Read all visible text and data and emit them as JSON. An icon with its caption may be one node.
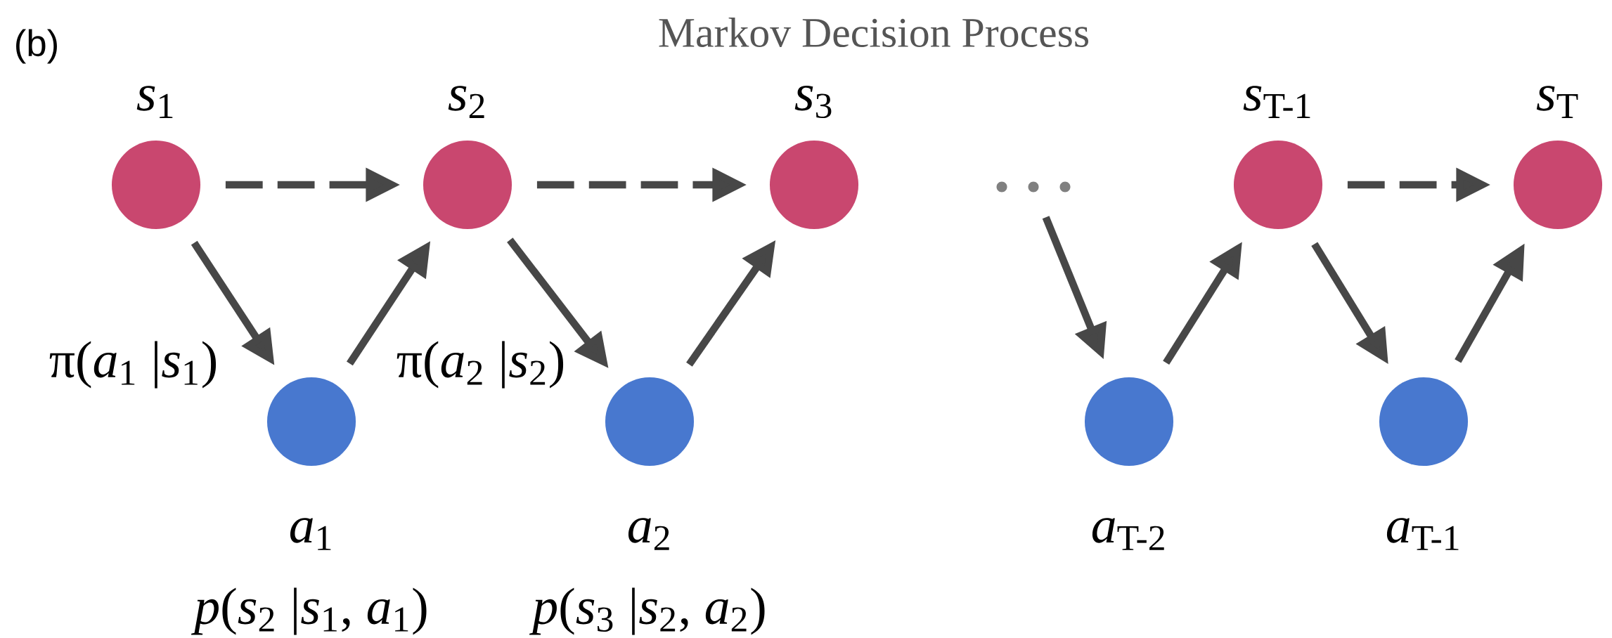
{
  "diagram": {
    "title": "Markov Decision Process",
    "nodes": [
      {
        "text": [],
        "shape": "circle",
        "beside": [
          "*s*$_{1}$"
        ]
      },
      {
        "text": [],
        "shape": "circle",
        "beside": [
          "*s*$_{2}$"
        ]
      },
      {
        "text": [],
        "shape": "circle",
        "beside": [
          "*s*$_{3}$"
        ]
      },
      {
        "text": [],
        "shape": "dots"
      },
      {
        "text": [],
        "shape": "circle",
        "beside": [
          "*s*$_{T-1}$"
        ]
      },
      {
        "text": [],
        "shape": "circle",
        "beside": [
          "*s*$_{T}$"
        ]
      },
      {
        "text": [],
        "shape": "circle",
        "beside": [
          "*a*$_{1}$",
          "*p*(*s*$_{2}$ |*s*$_{1}$, *a*$_{1}$)"
        ]
      },
      {
        "text": [],
        "shape": "circle",
        "beside": [
          "*a*$_{2}$",
          "*p*(*s*$_{3}$ |*s*$_{2}$, *a*$_{2}$)"
        ]
      },
      {
        "text": [],
        "shape": "circle",
        "beside": [
          "*a*$_{T-2}$"
        ]
      },
      {
        "text": [],
        "shape": "circle",
        "beside": [
          "*a*$_{T-1}$"
        ]
      }
    ],
    "edges": [
      {
        "from": 0,
        "to": 1,
        "arrow": "to",
        "style": "dashed"
      },
      {
        "from": 1,
        "to": 2,
        "arrow": "to",
        "style": "dashed"
      },
      {
        "from": 4,
        "to": 5,
        "arrow": "to",
        "style": "dashed"
      },
      {
        "from": 0,
        "to": 6,
        "arrow": "to",
        "label": "π(*a*$_{1}$ |*s*$_{1}$)"
      },
      {
        "from": 6,
        "to": 1,
        "arrow": "to"
      },
      {
        "from": 1,
        "to": 7,
        "arrow": "to",
        "label": "π(*a*$_{2}$ |*s*$_{2}$)"
      },
      {
        "from": 7,
        "to": 2,
        "arrow": "to"
      },
      {
        "from": 3,
        "to": 8,
        "arrow": "to"
      },
      {
        "from": 8,
        "to": 4,
        "arrow": "to"
      },
      {
        "from": 4,
        "to": 9,
        "arrow": "to"
      },
      {
        "from": 9,
        "to": 5,
        "arrow": "to"
      }
    ],
    "labels": [
      "(b)"
    ]
  }
}
